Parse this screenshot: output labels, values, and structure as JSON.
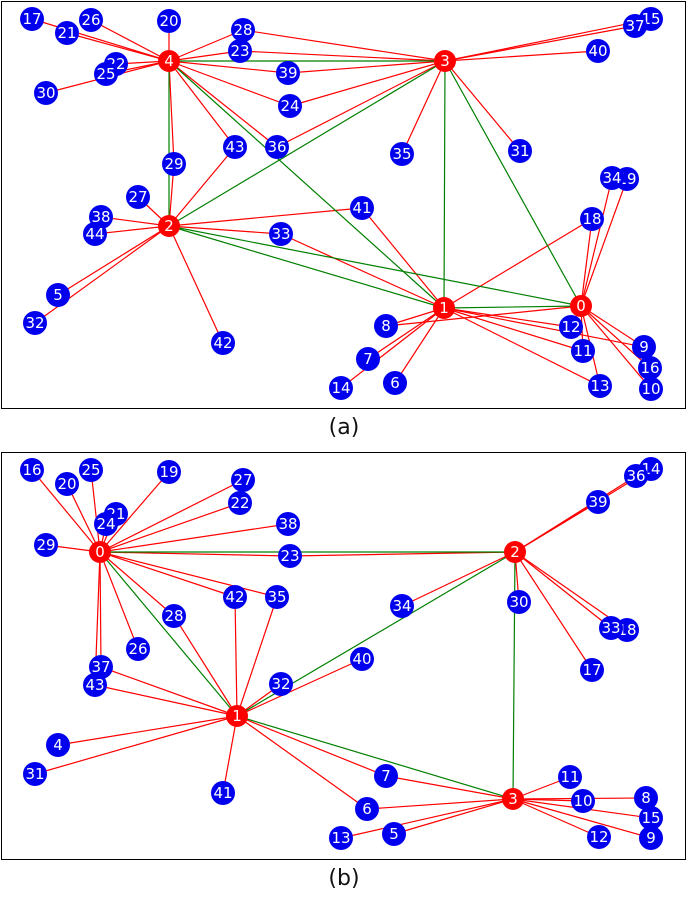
{
  "colors": {
    "hub_node": "#ff0000",
    "leaf_node": "#0000ee",
    "leaf_edge": "#ff0000",
    "hub_edge": "#008000",
    "frame": "#000000"
  },
  "panels": [
    {
      "id": "a",
      "caption": "(a)",
      "nodes": [
        {
          "id": "0",
          "hub": true
        },
        {
          "id": "1",
          "hub": true
        },
        {
          "id": "2",
          "hub": true
        },
        {
          "id": "3",
          "hub": true
        },
        {
          "id": "4",
          "hub": true
        },
        {
          "id": "5"
        },
        {
          "id": "6"
        },
        {
          "id": "7"
        },
        {
          "id": "8"
        },
        {
          "id": "9"
        },
        {
          "id": "10"
        },
        {
          "id": "11"
        },
        {
          "id": "12"
        },
        {
          "id": "13"
        },
        {
          "id": "14"
        },
        {
          "id": "15"
        },
        {
          "id": "16"
        },
        {
          "id": "17"
        },
        {
          "id": "18"
        },
        {
          "id": "19"
        },
        {
          "id": "20"
        },
        {
          "id": "21"
        },
        {
          "id": "22"
        },
        {
          "id": "23"
        },
        {
          "id": "24"
        },
        {
          "id": "25"
        },
        {
          "id": "26"
        },
        {
          "id": "27"
        },
        {
          "id": "28"
        },
        {
          "id": "29"
        },
        {
          "id": "30"
        },
        {
          "id": "31"
        },
        {
          "id": "32"
        },
        {
          "id": "33"
        },
        {
          "id": "34"
        },
        {
          "id": "35"
        },
        {
          "id": "36"
        },
        {
          "id": "37"
        },
        {
          "id": "38"
        },
        {
          "id": "39"
        },
        {
          "id": "40"
        },
        {
          "id": "41"
        },
        {
          "id": "42"
        },
        {
          "id": "43"
        },
        {
          "id": "44"
        }
      ],
      "hub_edges": [
        [
          "4",
          "3"
        ],
        [
          "4",
          "2"
        ],
        [
          "4",
          "1"
        ],
        [
          "2",
          "3"
        ],
        [
          "2",
          "1"
        ],
        [
          "2",
          "0"
        ],
        [
          "3",
          "1"
        ],
        [
          "3",
          "0"
        ],
        [
          "1",
          "0"
        ]
      ],
      "leaf_edges": [
        [
          "4",
          "17"
        ],
        [
          "4",
          "21"
        ],
        [
          "4",
          "26"
        ],
        [
          "4",
          "20"
        ],
        [
          "4",
          "28"
        ],
        [
          "4",
          "23"
        ],
        [
          "4",
          "22"
        ],
        [
          "4",
          "25"
        ],
        [
          "4",
          "30"
        ],
        [
          "4",
          "39"
        ],
        [
          "4",
          "24"
        ],
        [
          "4",
          "43"
        ],
        [
          "4",
          "36"
        ],
        [
          "4",
          "29"
        ],
        [
          "3",
          "23"
        ],
        [
          "3",
          "28"
        ],
        [
          "3",
          "39"
        ],
        [
          "3",
          "24"
        ],
        [
          "3",
          "36"
        ],
        [
          "3",
          "35"
        ],
        [
          "3",
          "31"
        ],
        [
          "3",
          "37"
        ],
        [
          "3",
          "15"
        ],
        [
          "3",
          "40"
        ],
        [
          "2",
          "29"
        ],
        [
          "2",
          "27"
        ],
        [
          "2",
          "38"
        ],
        [
          "2",
          "44"
        ],
        [
          "2",
          "5"
        ],
        [
          "2",
          "32"
        ],
        [
          "2",
          "42"
        ],
        [
          "2",
          "43"
        ],
        [
          "2",
          "41"
        ],
        [
          "2",
          "33"
        ],
        [
          "1",
          "33"
        ],
        [
          "1",
          "41"
        ],
        [
          "1",
          "8"
        ],
        [
          "1",
          "7"
        ],
        [
          "1",
          "14"
        ],
        [
          "1",
          "6"
        ],
        [
          "1",
          "18"
        ],
        [
          "1",
          "12"
        ],
        [
          "1",
          "11"
        ],
        [
          "1",
          "9"
        ],
        [
          "1",
          "13"
        ],
        [
          "0",
          "8"
        ],
        [
          "0",
          "18"
        ],
        [
          "0",
          "34"
        ],
        [
          "0",
          "19"
        ],
        [
          "0",
          "12"
        ],
        [
          "0",
          "11"
        ],
        [
          "0",
          "9"
        ],
        [
          "0",
          "16"
        ],
        [
          "0",
          "10"
        ],
        [
          "0",
          "13"
        ]
      ]
    },
    {
      "id": "b",
      "caption": "(b)",
      "nodes": [
        {
          "id": "0",
          "hub": true
        },
        {
          "id": "1",
          "hub": true
        },
        {
          "id": "2",
          "hub": true
        },
        {
          "id": "3",
          "hub": true
        },
        {
          "id": "4"
        },
        {
          "id": "5"
        },
        {
          "id": "6"
        },
        {
          "id": "7"
        },
        {
          "id": "8"
        },
        {
          "id": "9"
        },
        {
          "id": "10"
        },
        {
          "id": "11"
        },
        {
          "id": "12"
        },
        {
          "id": "13"
        },
        {
          "id": "14"
        },
        {
          "id": "15"
        },
        {
          "id": "16"
        },
        {
          "id": "17"
        },
        {
          "id": "18"
        },
        {
          "id": "19"
        },
        {
          "id": "20"
        },
        {
          "id": "21"
        },
        {
          "id": "22"
        },
        {
          "id": "23"
        },
        {
          "id": "24"
        },
        {
          "id": "25"
        },
        {
          "id": "26"
        },
        {
          "id": "27"
        },
        {
          "id": "28"
        },
        {
          "id": "29"
        },
        {
          "id": "30"
        },
        {
          "id": "31"
        },
        {
          "id": "32"
        },
        {
          "id": "33"
        },
        {
          "id": "34"
        },
        {
          "id": "35"
        },
        {
          "id": "36"
        },
        {
          "id": "37"
        },
        {
          "id": "38"
        },
        {
          "id": "39"
        },
        {
          "id": "40"
        },
        {
          "id": "41"
        },
        {
          "id": "42"
        },
        {
          "id": "43"
        }
      ],
      "hub_edges": [
        [
          "0",
          "2"
        ],
        [
          "0",
          "1"
        ],
        [
          "1",
          "2"
        ],
        [
          "1",
          "3"
        ],
        [
          "2",
          "3"
        ]
      ],
      "leaf_edges": [
        [
          "0",
          "16"
        ],
        [
          "0",
          "20"
        ],
        [
          "0",
          "25"
        ],
        [
          "0",
          "19"
        ],
        [
          "0",
          "27"
        ],
        [
          "0",
          "22"
        ],
        [
          "0",
          "21"
        ],
        [
          "0",
          "24"
        ],
        [
          "0",
          "38"
        ],
        [
          "0",
          "29"
        ],
        [
          "0",
          "23"
        ],
        [
          "0",
          "42"
        ],
        [
          "0",
          "35"
        ],
        [
          "0",
          "28"
        ],
        [
          "0",
          "26"
        ],
        [
          "0",
          "37"
        ],
        [
          "0",
          "43"
        ],
        [
          "2",
          "23"
        ],
        [
          "2",
          "39"
        ],
        [
          "2",
          "36"
        ],
        [
          "2",
          "14"
        ],
        [
          "2",
          "34"
        ],
        [
          "2",
          "30"
        ],
        [
          "2",
          "33"
        ],
        [
          "2",
          "18"
        ],
        [
          "2",
          "17"
        ],
        [
          "1",
          "43"
        ],
        [
          "1",
          "37"
        ],
        [
          "1",
          "28"
        ],
        [
          "1",
          "42"
        ],
        [
          "1",
          "35"
        ],
        [
          "1",
          "32"
        ],
        [
          "1",
          "40"
        ],
        [
          "1",
          "4"
        ],
        [
          "1",
          "31"
        ],
        [
          "1",
          "41"
        ],
        [
          "1",
          "7"
        ],
        [
          "1",
          "6"
        ],
        [
          "3",
          "6"
        ],
        [
          "3",
          "13"
        ],
        [
          "3",
          "5"
        ],
        [
          "3",
          "7"
        ],
        [
          "3",
          "11"
        ],
        [
          "3",
          "10"
        ],
        [
          "3",
          "8"
        ],
        [
          "3",
          "15"
        ],
        [
          "3",
          "12"
        ],
        [
          "3",
          "9"
        ]
      ]
    }
  ]
}
